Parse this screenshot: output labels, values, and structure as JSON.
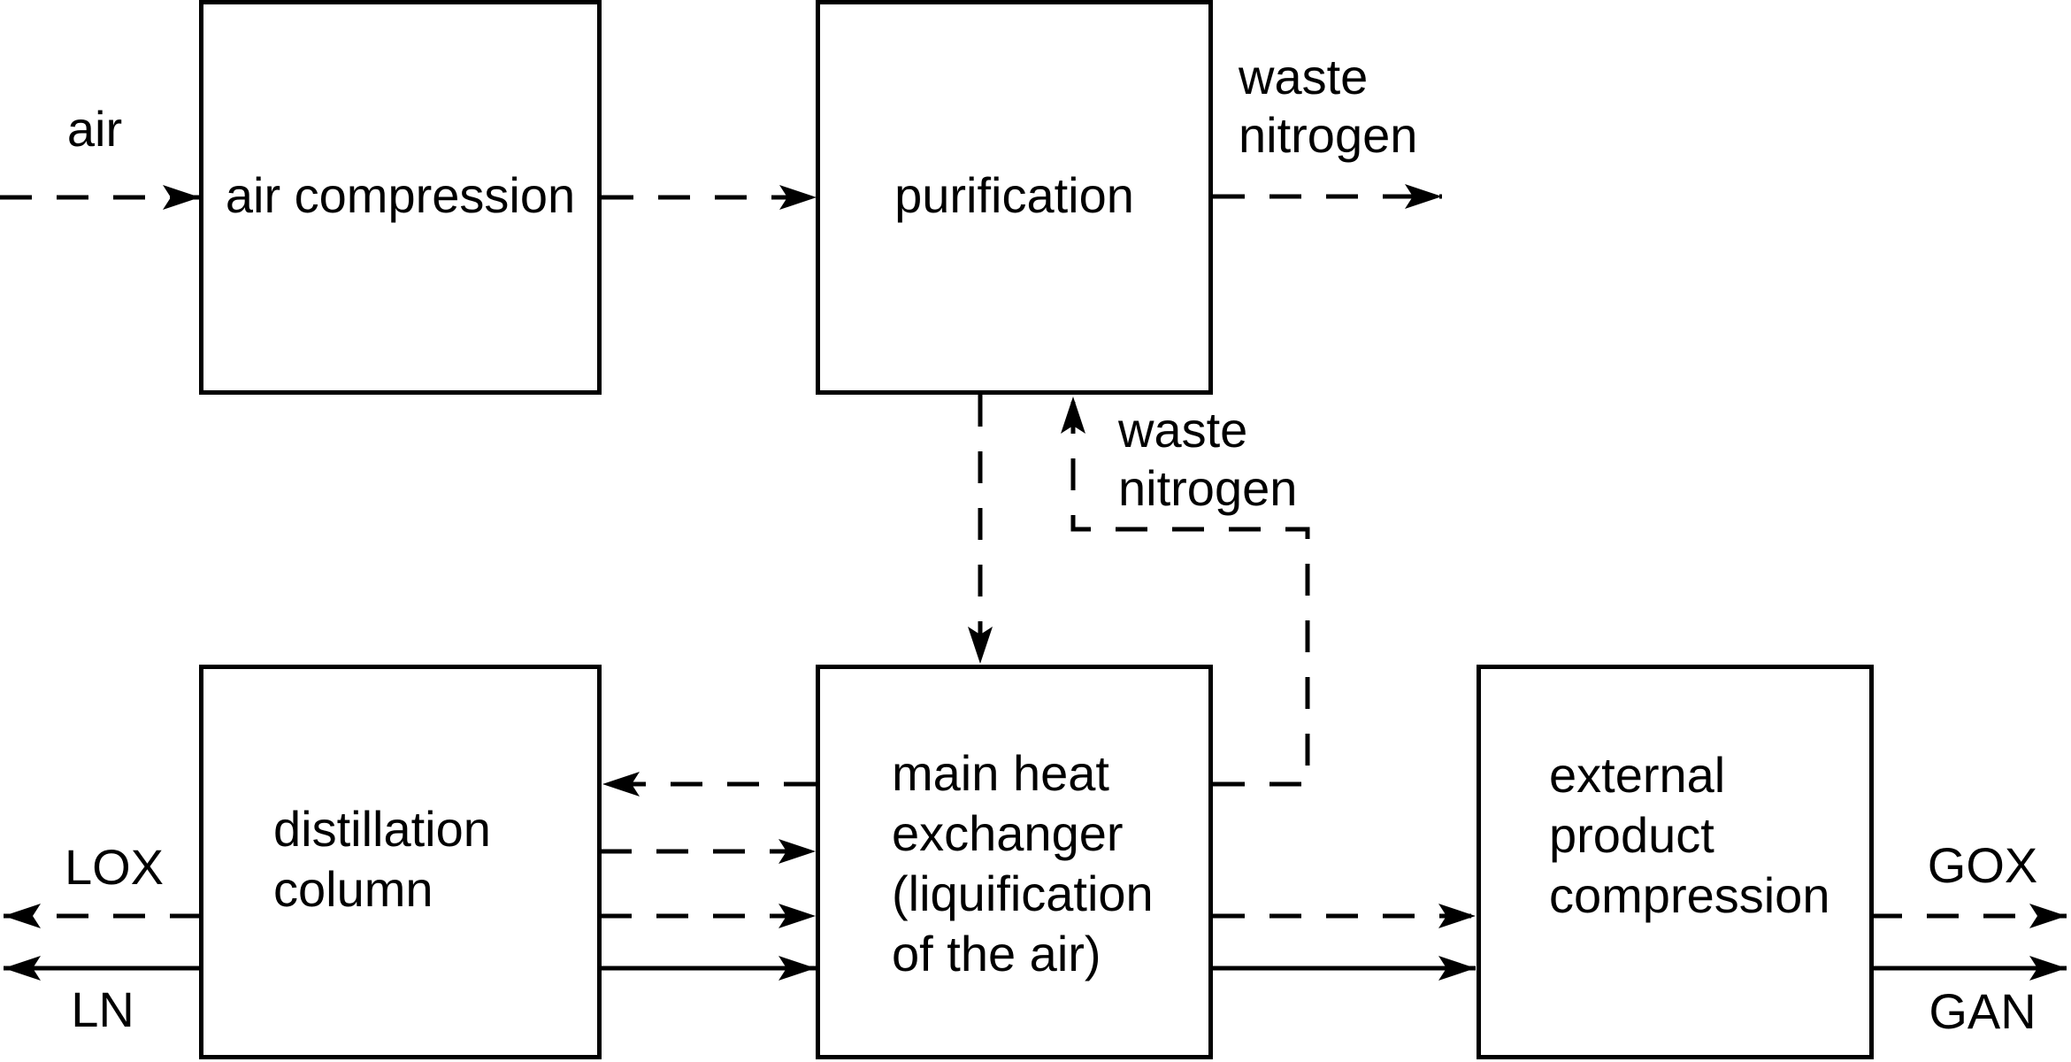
{
  "boxes": {
    "air_compression": "air compression",
    "purification": "purification",
    "distillation_column": "distillation\ncolumn",
    "main_heat_exchanger": "main heat\nexchanger\n(liquification\nof the air)",
    "external_product_compression": "external\nproduct\ncompression"
  },
  "streams": {
    "air_in": "air",
    "waste_nitrogen_out": "waste\nnitrogen",
    "waste_nitrogen_recycle": "waste\nnitrogen",
    "lox_out": "LOX",
    "ln_out": "LN",
    "gox_out": "GOX",
    "gan_out": "GAN"
  },
  "flows": [
    {
      "from": "feed",
      "to": "air compression",
      "style": "dashed",
      "label": "air"
    },
    {
      "from": "air compression",
      "to": "purification",
      "style": "dashed",
      "label": ""
    },
    {
      "from": "purification",
      "to": "out",
      "style": "dashed",
      "label": "waste nitrogen"
    },
    {
      "from": "purification",
      "to": "main heat exchanger",
      "style": "dashed",
      "label": ""
    },
    {
      "from": "main heat exchanger",
      "to": "purification",
      "style": "dashed",
      "label": "waste nitrogen"
    },
    {
      "from": "main heat exchanger",
      "to": "distillation column",
      "style": "dashed",
      "label": ""
    },
    {
      "from": "distillation column",
      "to": "main heat exchanger",
      "style": "dashed",
      "label": ""
    },
    {
      "from": "distillation column",
      "to": "main heat exchanger",
      "style": "dashed",
      "label": ""
    },
    {
      "from": "distillation column",
      "to": "main heat exchanger",
      "style": "solid",
      "label": ""
    },
    {
      "from": "distillation column",
      "to": "out",
      "style": "dashed",
      "label": "LOX"
    },
    {
      "from": "distillation column",
      "to": "out",
      "style": "solid",
      "label": "LN"
    },
    {
      "from": "main heat exchanger",
      "to": "external product compression",
      "style": "dashed",
      "label": ""
    },
    {
      "from": "main heat exchanger",
      "to": "external product compression",
      "style": "solid",
      "label": ""
    },
    {
      "from": "external product compression",
      "to": "out",
      "style": "dashed",
      "label": "GOX"
    },
    {
      "from": "external product compression",
      "to": "out",
      "style": "solid",
      "label": "GAN"
    }
  ],
  "colors": {
    "line": "#000000",
    "box_fill": "#ffffff",
    "text": "#000000",
    "background": "#ffffff"
  }
}
